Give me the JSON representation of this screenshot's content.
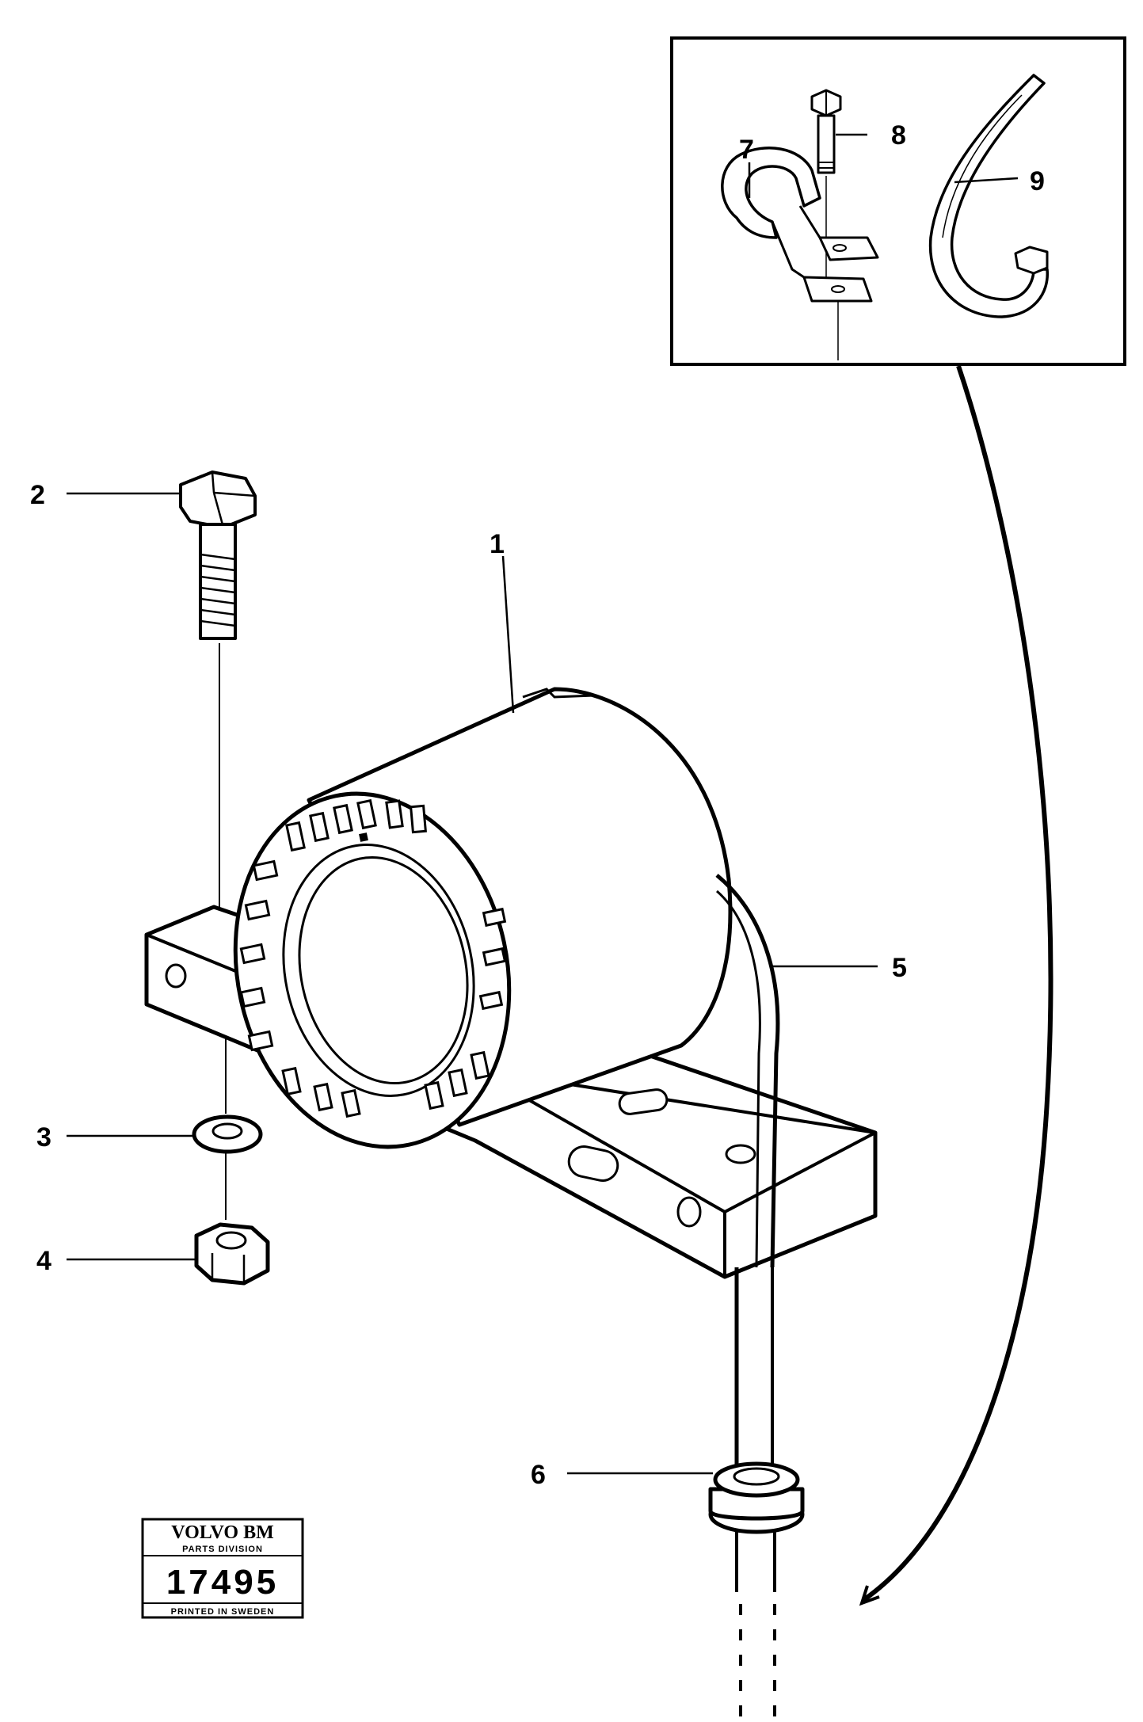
{
  "callouts": {
    "c1": "1",
    "c2": "2",
    "c3": "3",
    "c4": "4",
    "c5": "5",
    "c6": "6",
    "c7": "7",
    "c8": "8",
    "c9": "9"
  },
  "stamp": {
    "brand": "VOLVO BM",
    "division": "PARTS DIVISION",
    "number": "17495",
    "printed": "PRINTED IN SWEDEN"
  }
}
